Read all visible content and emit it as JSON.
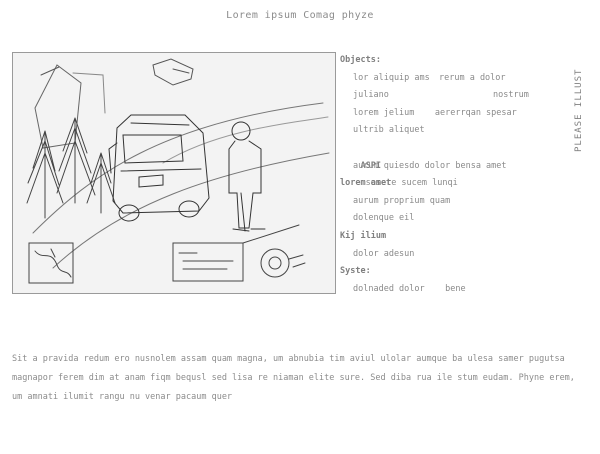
{
  "document": {
    "title": "Lorem ipsum Comag phyze",
    "side_label": "PLEASE ILLUST",
    "fields": {
      "objects_heading": "Objects:",
      "obj_row1_key": "lor aliquip ams",
      "obj_row1_val": "rerum a dolor",
      "obj_row2_key": "juliano",
      "obj_row2_val": "nostrum",
      "obj_row3": "lorem jelium    aererrqan spesar",
      "obj_row4": "ultrib aliquet",
      "p1_heading": "ASPI",
      "p1_heading_rest": "sesere sucem lunqi",
      "p1_row1": "aurum quiesdo dolor bensa amet",
      "p2_heading": "lorem amet",
      "p2_row1": "aurum proprium quam",
      "p2_row2": "dolenque eil",
      "p3_heading": "Kij ilium",
      "p3_row1": "dolor adesun",
      "p4_heading": "Syste:",
      "p4_row1": "dolnaded dolor    bene"
    },
    "paragraph": "Sit a pravida redum ero nusnolem assam quam magna, um abnubia tim aviul ulolar aumque ba ulesa samer pugutsa magnapor ferem dim at anam fiqm bequsl sed lisa re niaman elite sure. Sed diba rua ile stum eudam. Phyne erem, um amnati ilumit rangu nu venar pacaum quer"
  },
  "figure": {
    "description_icons": [
      "house-icon",
      "tree-icon",
      "van-icon",
      "person-icon",
      "map-icon",
      "sign-icon",
      "wheel-icon",
      "package-icon"
    ]
  }
}
